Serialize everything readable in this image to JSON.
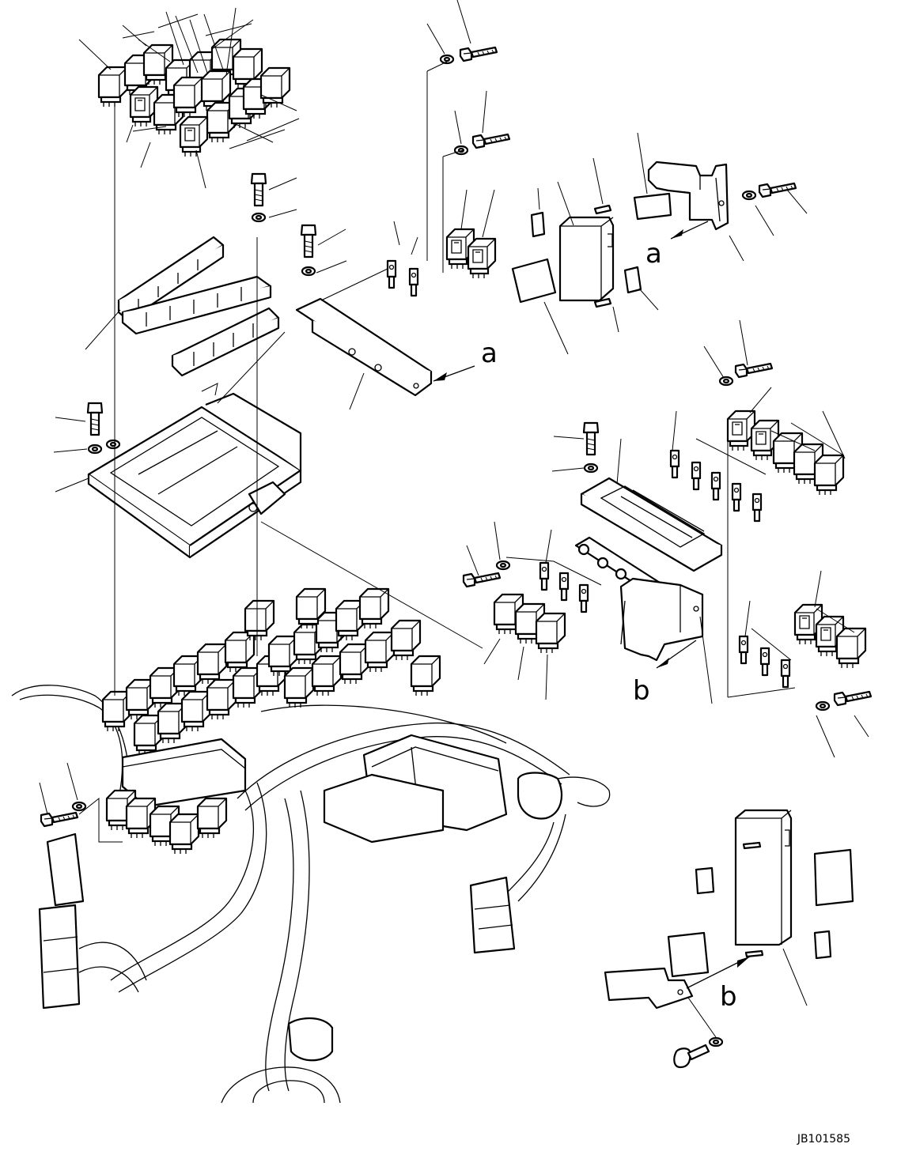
{
  "diagram": {
    "drawing_number": "JB101585",
    "view_labels": [
      "a",
      "a",
      "b",
      "b"
    ]
  }
}
